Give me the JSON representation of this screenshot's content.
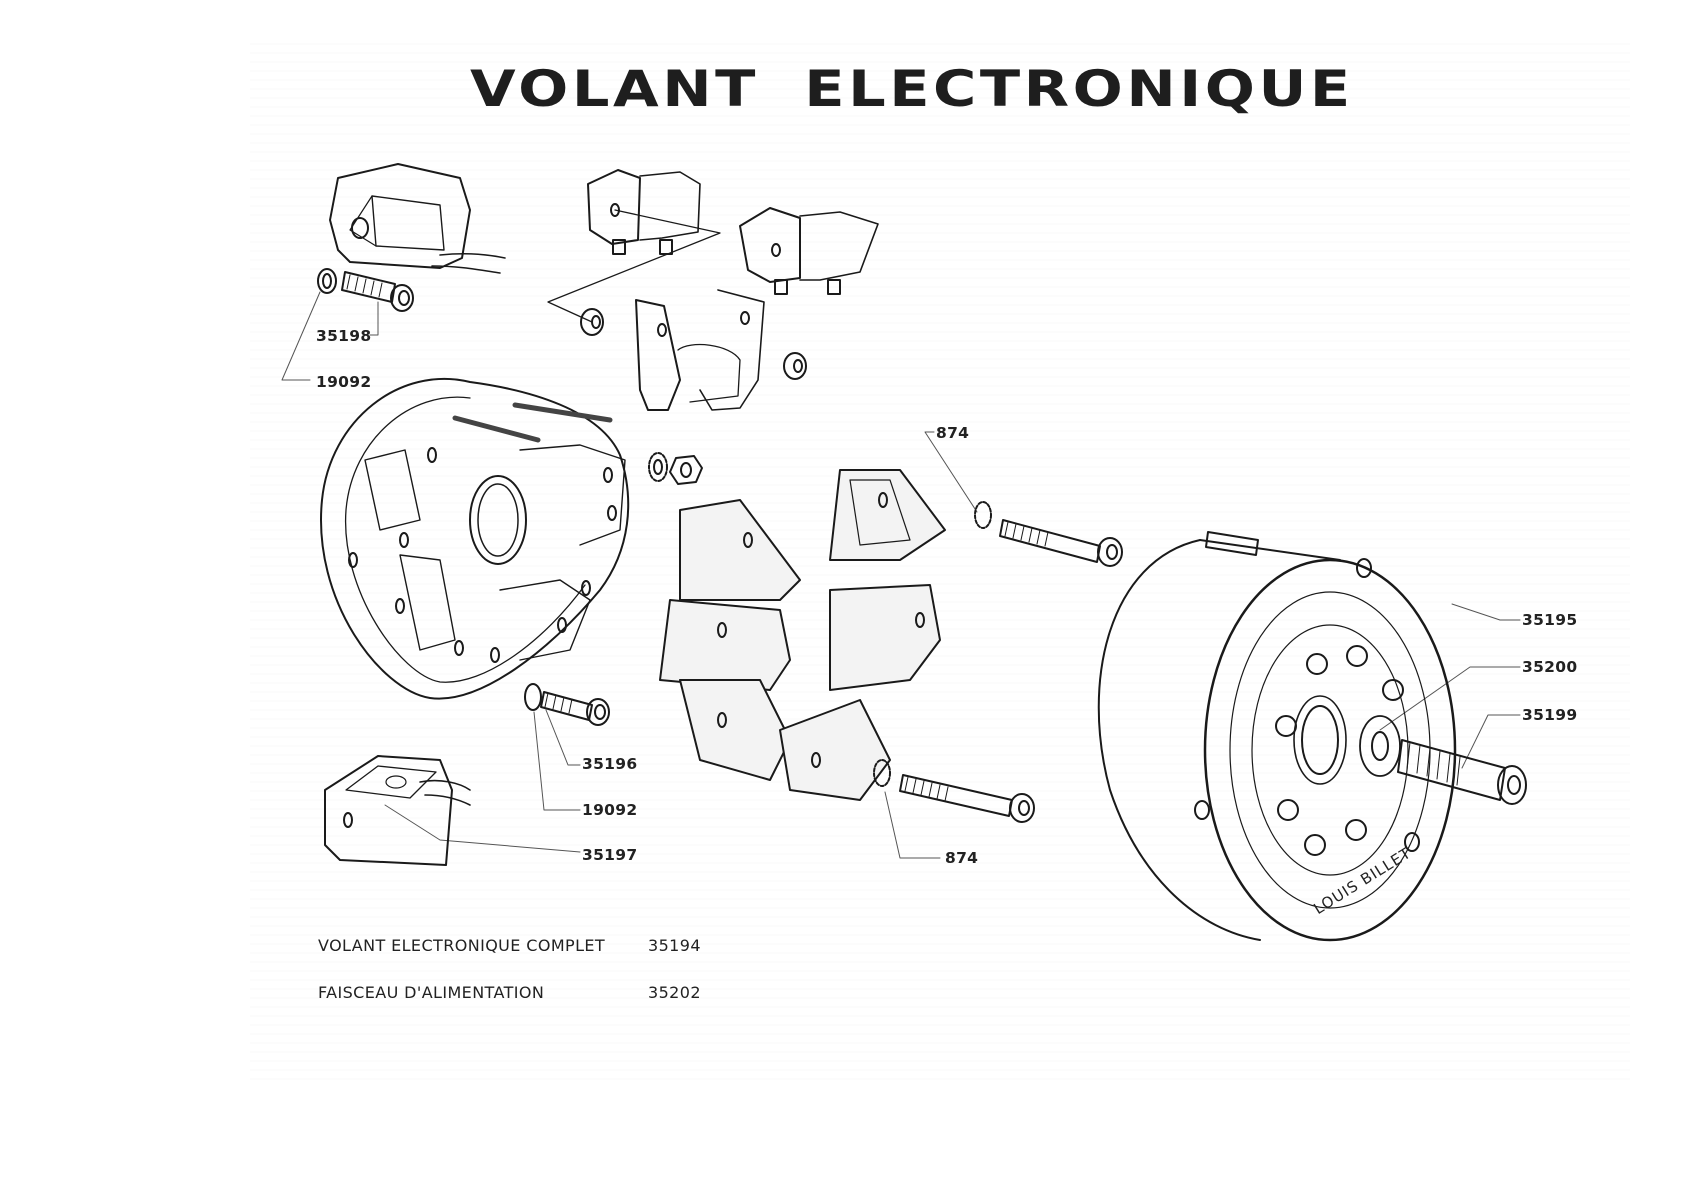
{
  "title": "VOLANT ELECTRONIQUE",
  "callouts": {
    "c35198": "35198",
    "c19092_top": "19092",
    "c874_top": "874",
    "c35196": "35196",
    "c19092_bottom": "19092",
    "c35197": "35197",
    "c874_bottom": "874",
    "c35195": "35195",
    "c35200": "35200",
    "c35199": "35199"
  },
  "signature": "LOUIS BILLET",
  "parts_list": [
    {
      "name": "VOLANT ELECTRONIQUE COMPLET",
      "number": "35194"
    },
    {
      "name": "FAISCEAU D'ALIMENTATION",
      "number": "35202"
    }
  ]
}
